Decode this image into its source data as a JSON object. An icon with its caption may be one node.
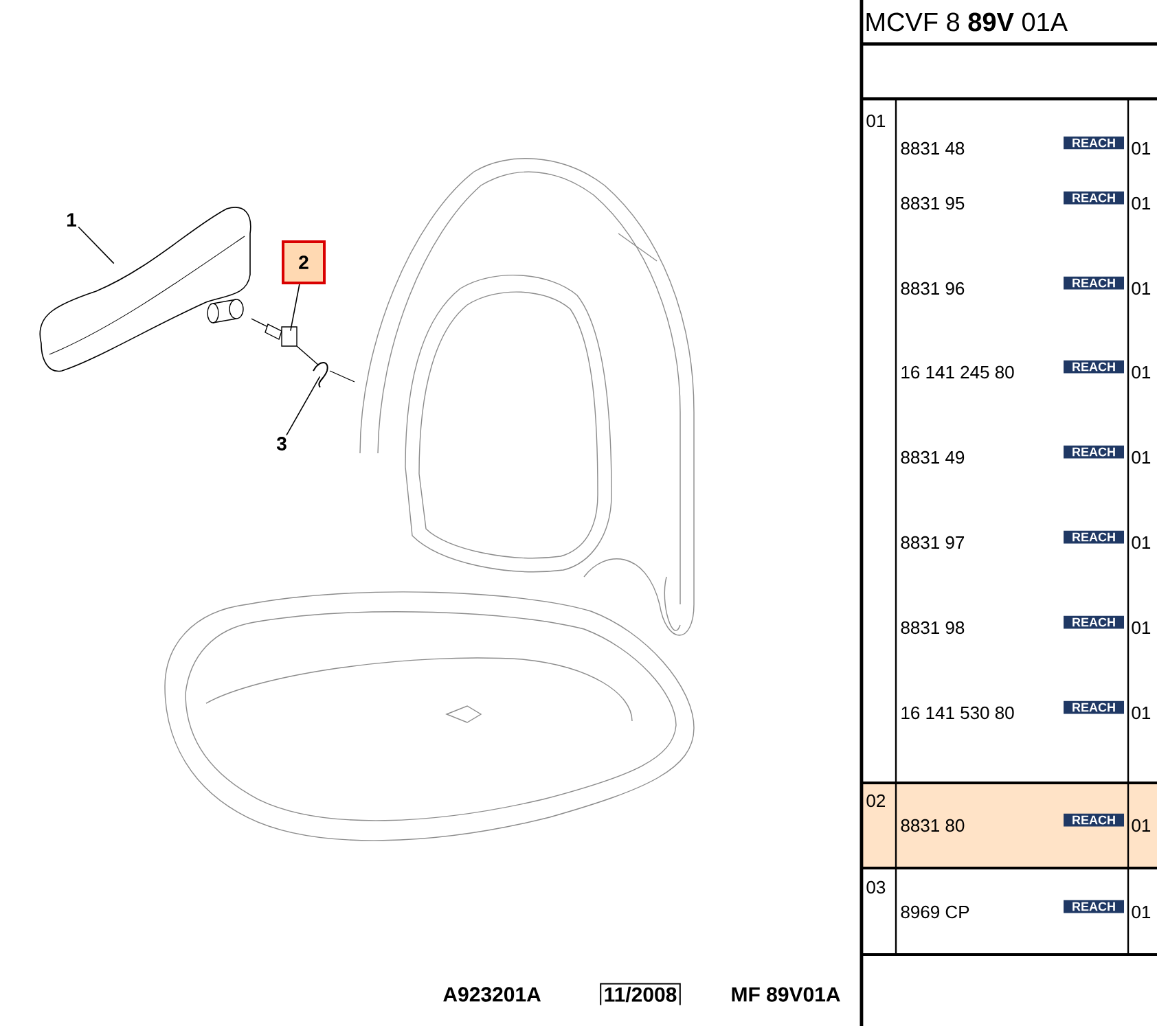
{
  "diagram": {
    "nodes": [
      {
        "text": [
          "1"
        ]
      },
      {
        "text": [],
        "shape": "picture"
      },
      {
        "text": [
          "2"
        ]
      },
      {
        "text": [],
        "shape": "picture"
      },
      {
        "text": [
          "3"
        ]
      },
      {
        "text": [],
        "shape": "picture"
      }
    ],
    "edges": [
      {
        "from": 0,
        "to": 1,
        "arrow": "none"
      },
      {
        "from": 2,
        "to": 3,
        "arrow": "none"
      },
      {
        "from": 4,
        "to": 5,
        "arrow": "none"
      }
    ],
    "labels": [
      "MCVF 8 **89V** 01A",
      "01",
      "8831 48",
      "REACH",
      "01",
      "8831 95",
      "REACH",
      "01",
      "8831 96",
      "REACH",
      "01",
      "16 141 245 80",
      "REACH",
      "01",
      "8831 49",
      "REACH",
      "01",
      "8831 97",
      "REACH",
      "01",
      "8831 98",
      "REACH",
      "01",
      "16 141 530 80",
      "REACH",
      "01",
      "02",
      "8831 80",
      "REACH",
      "01",
      "03",
      "8969 CP",
      "REACH",
      "01",
      "A923201A",
      "11/2008",
      "MF 89V01A"
    ]
  }
}
